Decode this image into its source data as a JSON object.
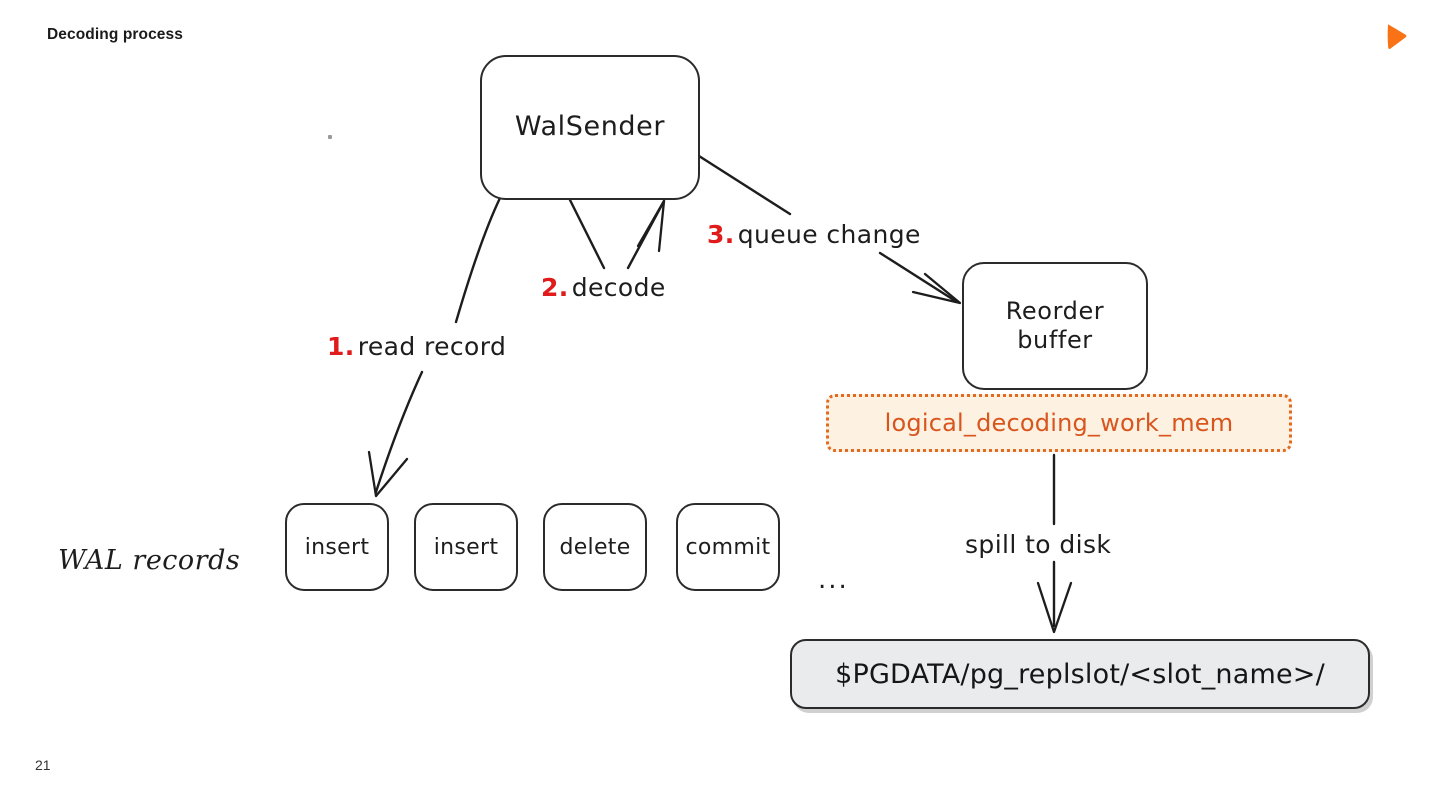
{
  "slide": {
    "title": "Decoding process",
    "page_number": "21",
    "logo_name": "orange-play-triangle-logo",
    "background_color": "#ffffff"
  },
  "colors": {
    "accent_orange": "#e2691f",
    "config_text_orange": "#d9551e",
    "config_fill": "#fdf1e2",
    "step_number_red": "#e01b1b",
    "ink_black": "#1d1d1d",
    "path_box_fill": "#e9ebed",
    "logo_orange": "#f97316"
  },
  "diagram": {
    "nodes": [
      {
        "id": "walsender",
        "label": "WalSender"
      },
      {
        "id": "reorder_buffer",
        "label_line1": "Reorder",
        "label_line2": "buffer"
      }
    ],
    "config_box": {
      "label": "logical_decoding_work_mem"
    },
    "path_box": {
      "label": "$PGDATA/pg_replslot/<slot_name>/"
    },
    "wal_records": {
      "group_label": "WAL records",
      "ellipsis": "...",
      "boxes": [
        {
          "label": "insert"
        },
        {
          "label": "insert"
        },
        {
          "label": "delete"
        },
        {
          "label": "commit"
        }
      ]
    },
    "edges": [
      {
        "id": "read_record",
        "number": "1.",
        "label": "read record"
      },
      {
        "id": "decode",
        "number": "2.",
        "label": "decode"
      },
      {
        "id": "queue_change",
        "number": "3.",
        "label": "queue change"
      },
      {
        "id": "spill_to_disk",
        "number": "",
        "label": "spill to disk"
      }
    ]
  }
}
